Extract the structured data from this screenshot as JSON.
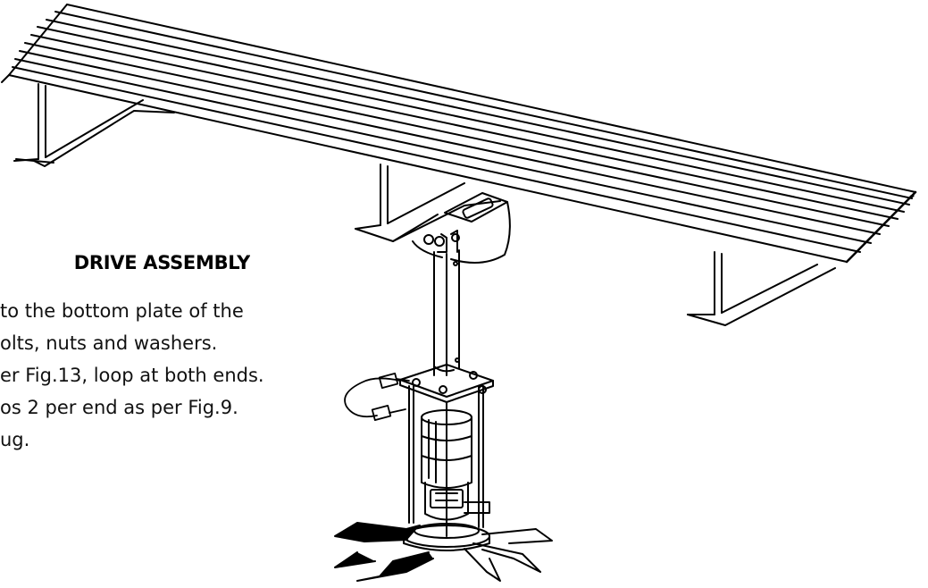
{
  "title": "DRIVE ASSEMBLY",
  "steps": [
    "to the bottom plate of the",
    "olts, nuts and washers.",
    "er Fig.13, loop at both ends.",
    "os 2 per end as per Fig.9.",
    "ug."
  ],
  "colors": {
    "line": "#000000",
    "background": "#ffffff"
  }
}
